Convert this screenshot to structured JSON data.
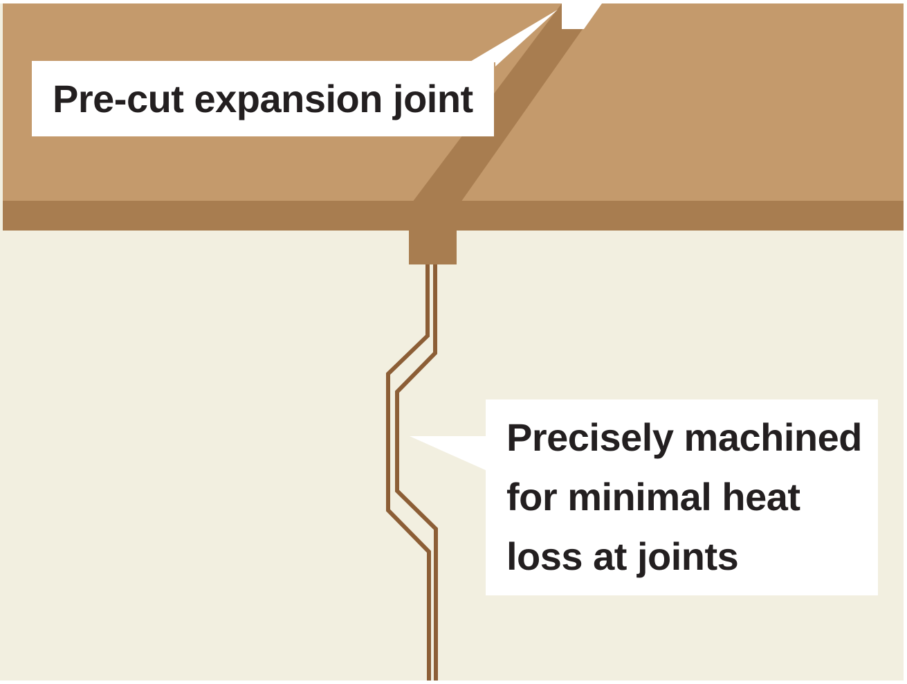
{
  "labels": {
    "expansion_joint": "Pre-cut expansion joint",
    "machined_lines": [
      "Precisely machined",
      "for minimal heat",
      "loss at joints"
    ]
  },
  "colors": {
    "board_top": "#c49a6c",
    "board_edge": "#a87d50",
    "background": "#f2efe0",
    "joint_line": "#8c5e36",
    "callout_bg": "#ffffff",
    "text": "#231f20"
  }
}
